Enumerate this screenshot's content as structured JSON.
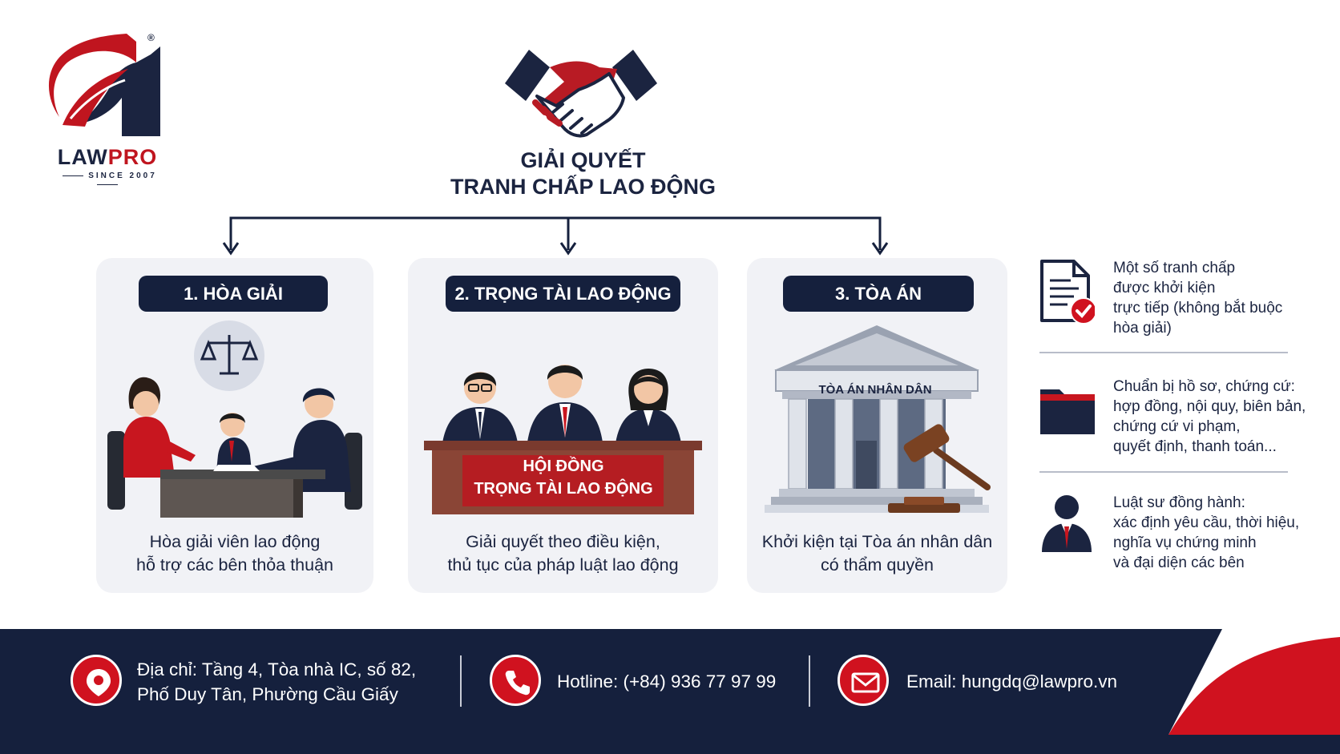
{
  "brand": {
    "name_part1": "LAW",
    "name_part2": "PRO",
    "since": "SINCE 2007",
    "registered": "®"
  },
  "title": {
    "line1": "GIẢI QUYẾT",
    "line2": "TRANH CHẤP LAO ĐỘNG"
  },
  "cards": [
    {
      "label": "1. HÒA GIẢI",
      "text_line1": "Hòa giải viên lao động",
      "text_line2": "hỗ trợ các bên thỏa thuận"
    },
    {
      "label": "2. TRỌNG TÀI LAO ĐỘNG",
      "council_line1": "HỘI ĐỒNG",
      "council_line2": "TRỌNG TÀI LAO ĐỘNG",
      "text_line1": "Giải quyết theo điều kiện,",
      "text_line2": "thủ tục của pháp luật lao động"
    },
    {
      "label": "3. TÒA ÁN",
      "court_sign": "TÒA ÁN NHÂN DÂN",
      "text_line1": "Khởi kiện tại Tòa án nhân dân",
      "text_line2": "có thẩm quyền"
    }
  ],
  "notes": [
    {
      "icon": "document-check-icon",
      "lines": [
        "Một số tranh chấp",
        "được khởi kiện",
        "trực tiếp (không bắt buộc",
        "hòa giải)"
      ]
    },
    {
      "icon": "folder-icon",
      "lines": [
        "Chuẩn bị hồ sơ, chứng cứ:",
        "hợp đồng, nội quy, biên bản,",
        "chứng cứ vi phạm,",
        "quyết định, thanh toán..."
      ]
    },
    {
      "icon": "lawyer-icon",
      "lines": [
        "Luật sư đồng hành:",
        "xác định yêu cầu, thời hiệu,",
        "nghĩa vụ chứng minh",
        "và đại diện các bên"
      ]
    }
  ],
  "footer": {
    "address_line1": "Địa chỉ: Tầng 4, Tòa nhà IC, số 82,",
    "address_line2": "Phố Duy Tân, Phường Cầu Giấy",
    "hotline": "Hotline: (+84) 936 77 97 99",
    "email": "Email: hungdq@lawpro.vn"
  },
  "colors": {
    "navy": "#15203d",
    "red": "#d0121f",
    "card_bg": "#f1f2f6"
  }
}
